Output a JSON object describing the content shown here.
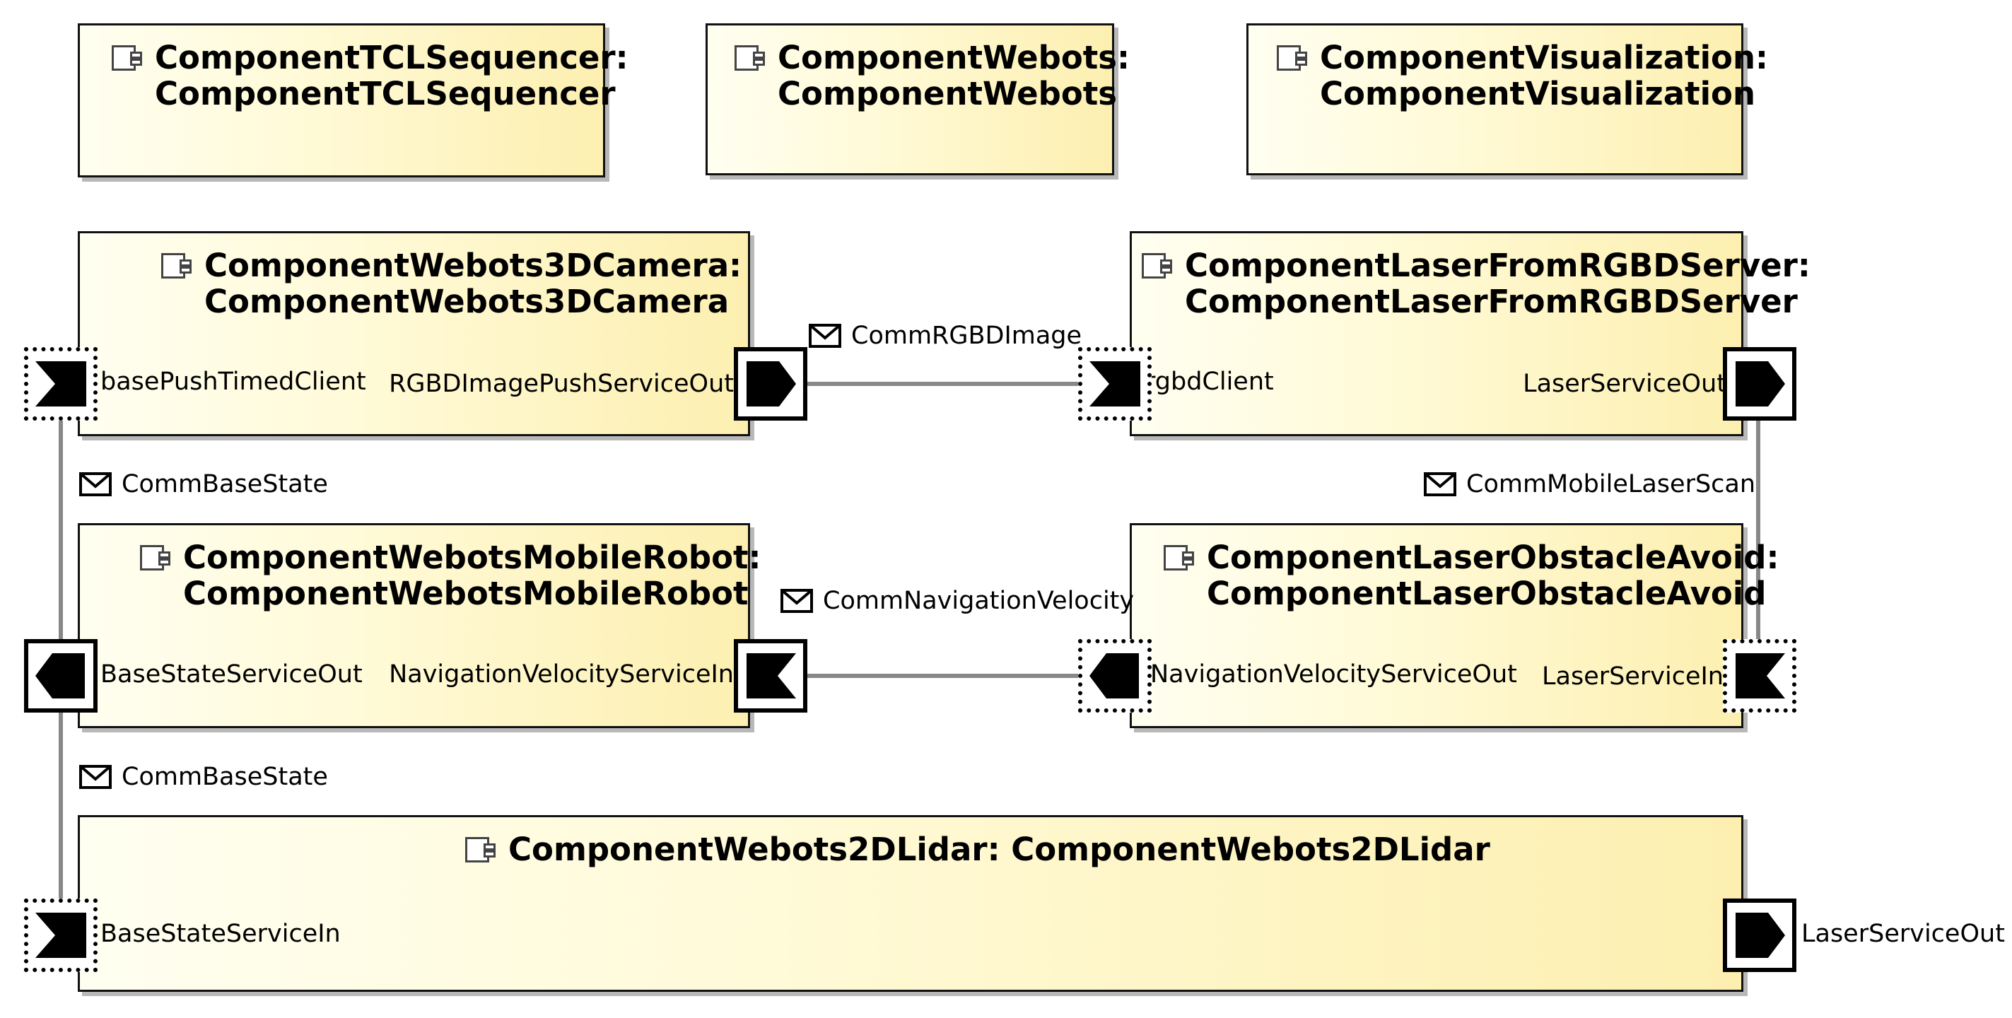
{
  "components": {
    "tcl": {
      "line1": "ComponentTCLSequencer:",
      "line2": "ComponentTCLSequencer"
    },
    "webots": {
      "line1": "ComponentWebots:",
      "line2": "ComponentWebots"
    },
    "vis": {
      "line1": "ComponentVisualization:",
      "line2": "ComponentVisualization"
    },
    "cam3d": {
      "line1": "ComponentWebots3DCamera:",
      "line2": "ComponentWebots3DCamera"
    },
    "laserrgbd": {
      "line1": "ComponentLaserFromRGBDServer:",
      "line2": "ComponentLaserFromRGBDServer"
    },
    "mobile": {
      "line1": "ComponentWebotsMobileRobot:",
      "line2": "ComponentWebotsMobileRobot"
    },
    "obstacle": {
      "line1": "ComponentLaserObstacleAvoid:",
      "line2": "ComponentLaserObstacleAvoid"
    },
    "lidar": {
      "line1": "ComponentWebots2DLidar: ComponentWebots2DLidar"
    }
  },
  "ports": {
    "cam_base": "basePushTimedClient",
    "cam_rgbd": "RGBDImagePushServiceOut",
    "rgbd_client": "rgbdClient",
    "rgbd_laserout": "LaserServiceOut",
    "mobile_baseout": "BaseStateServiceOut",
    "mobile_navin": "NavigationVelocityServiceIn",
    "obst_navout": "NavigationVelocityServiceOut",
    "obst_laserin": "LaserServiceIn",
    "lidar_basein": "BaseStateServiceIn",
    "lidar_laserout": "LaserServiceOut"
  },
  "messages": {
    "rgbd": "CommRGBDImage",
    "base1": "CommBaseState",
    "mobilelaser": "CommMobileLaserScan",
    "navvel": "CommNavigationVelocity",
    "base2": "CommBaseState"
  },
  "colors": {
    "connector": "#888888",
    "fill": "#fff8cf",
    "port": "#000000"
  }
}
